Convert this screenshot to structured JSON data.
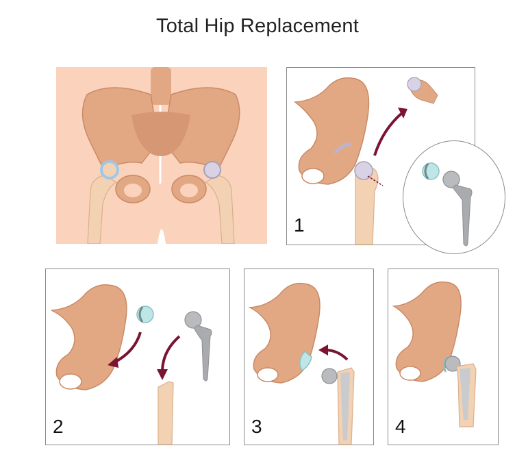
{
  "title": "Total Hip Replacement",
  "steps": [
    {
      "number": "1"
    },
    {
      "number": "2"
    },
    {
      "number": "3"
    },
    {
      "number": "4"
    }
  ],
  "colors": {
    "bone": "#e2a884",
    "bone_dark": "#c98a66",
    "skin": "#fbd2bc",
    "femur": "#f2d2b2",
    "implant_metal": "#a9abaf",
    "liner": "#bfe6e6",
    "arrow": "#7a1432",
    "damaged_cartilage": "#d9d2e4"
  }
}
